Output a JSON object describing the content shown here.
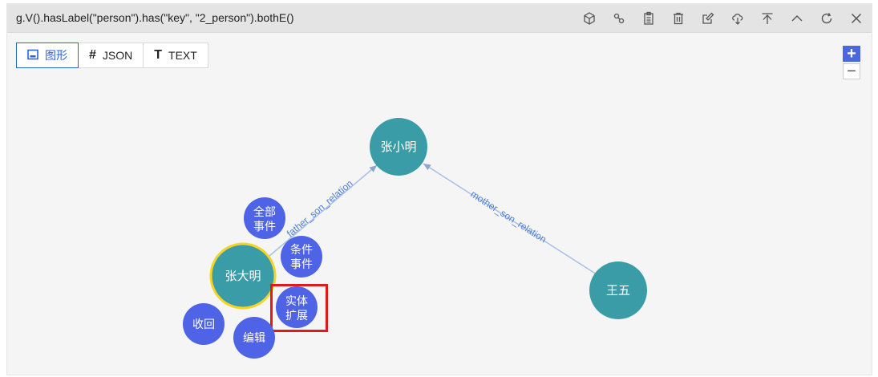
{
  "query": "g.V().hasLabel(\"person\").has(\"key\", \"2_person\").bothE()",
  "toolbar": [
    {
      "name": "cube-icon"
    },
    {
      "name": "link-icon"
    },
    {
      "name": "clipboard-icon"
    },
    {
      "name": "trash-icon"
    },
    {
      "name": "edit-icon"
    },
    {
      "name": "download-icon"
    },
    {
      "name": "pin-top-icon"
    },
    {
      "name": "chevron-up-icon"
    },
    {
      "name": "refresh-icon"
    },
    {
      "name": "close-icon"
    }
  ],
  "tabs": [
    {
      "label": "图形",
      "icon": "image-icon",
      "active": true
    },
    {
      "label": "JSON",
      "icon": "hash-icon",
      "active": false
    },
    {
      "label": "TEXT",
      "icon": "text-icon",
      "active": false
    }
  ],
  "zoom": {
    "in": "+",
    "out": "−"
  },
  "graph": {
    "nodes": [
      {
        "id": "zhangxiaoming",
        "label": "张小明"
      },
      {
        "id": "zhangdaming",
        "label": "张大明",
        "selected": true
      },
      {
        "id": "wangwu",
        "label": "王五"
      }
    ],
    "edges": [
      {
        "from": "zhangdaming",
        "to": "zhangxiaoming",
        "label": "father_son_relation"
      },
      {
        "from": "wangwu",
        "to": "zhangxiaoming",
        "label": "mother_son_relation"
      }
    ],
    "context_menu": [
      {
        "id": "all-events",
        "lines": [
          "全部",
          "事件"
        ]
      },
      {
        "id": "condition-events",
        "lines": [
          "条件",
          "事件"
        ]
      },
      {
        "id": "entity-expand",
        "lines": [
          "实体",
          "扩展"
        ],
        "highlighted": true
      },
      {
        "id": "collapse",
        "lines": [
          "收回"
        ]
      },
      {
        "id": "edit",
        "lines": [
          "编辑"
        ]
      }
    ]
  },
  "colors": {
    "node": "#3a9ca6",
    "selected_ring": "#f5d327",
    "menu": "#4f63e6",
    "edge": "#a9bfe6",
    "highlight": "#e0191b"
  }
}
